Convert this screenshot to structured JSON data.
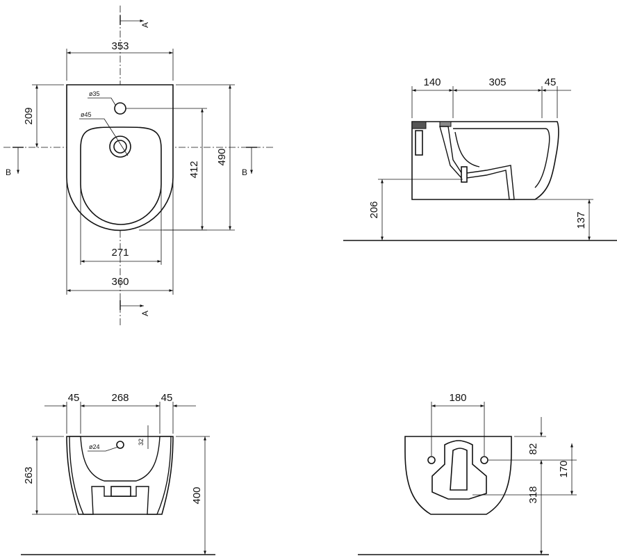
{
  "top_view": {
    "width_top": "353",
    "height_to_hole": "209",
    "dia_35": "ø35",
    "dia_45": "ø45",
    "length_inner": "412",
    "length_total": "490",
    "bowl_width": "271",
    "width_total": "360",
    "section_a": "A",
    "section_b": "B"
  },
  "side_view": {
    "dim_140": "140",
    "dim_305": "305",
    "dim_45": "45",
    "height_206": "206",
    "height_137": "137"
  },
  "front_section": {
    "dim_45_left": "45",
    "dim_268": "268",
    "dim_45_right": "45",
    "dia_24": "ø24",
    "dim_32": "32",
    "height_263": "263",
    "height_400": "400"
  },
  "rear_view": {
    "dim_180": "180",
    "dim_82": "82",
    "dim_170": "170",
    "dim_318": "318"
  }
}
